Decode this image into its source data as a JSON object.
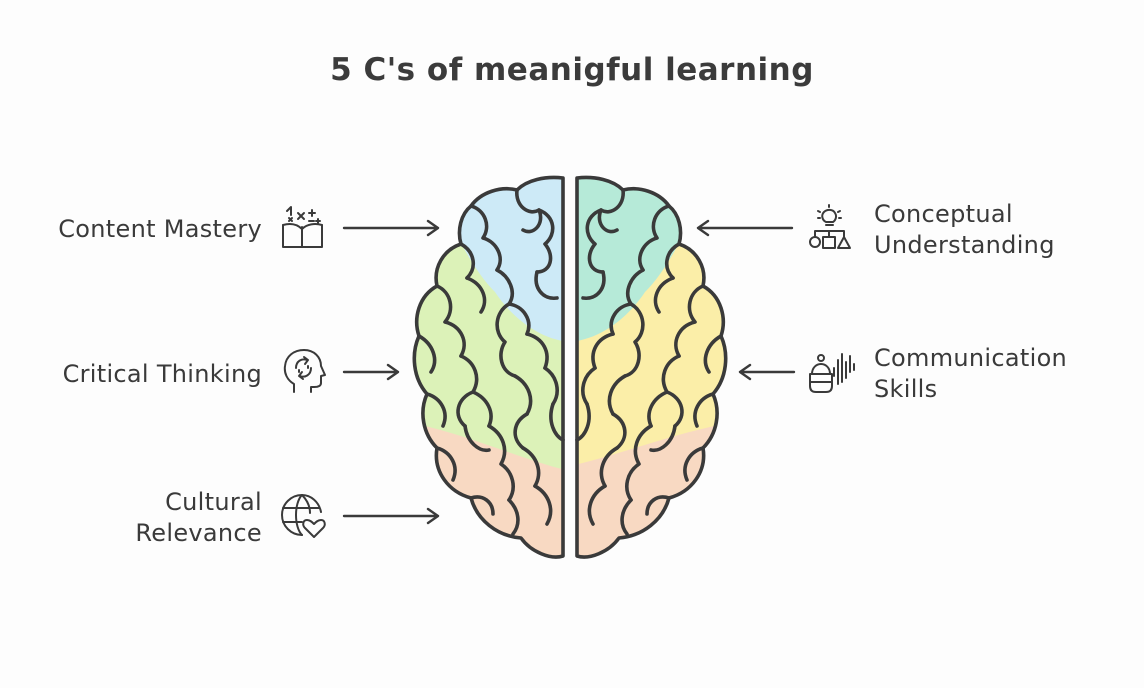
{
  "diagram": {
    "title": "5 C's of meanigful learning",
    "items": [
      {
        "label": "Content Mastery",
        "icon": "book-icon",
        "side": "left"
      },
      {
        "label": "Critical Thinking",
        "icon": "head-thinking-icon",
        "side": "left"
      },
      {
        "label_line1": "Cultural",
        "label_line2": "Relevance",
        "icon": "globe-heart-icon",
        "side": "left"
      },
      {
        "label_line1": "Conceptual",
        "label_line2": "Understanding",
        "icon": "lightbulb-shapes-icon",
        "side": "right"
      },
      {
        "label_line1": "Communication",
        "label_line2": "Skills",
        "icon": "speaker-icon",
        "side": "right"
      }
    ],
    "colors": {
      "outline": "#3a3a3a",
      "lobe_blue": "#cdeaf7",
      "lobe_teal": "#b6ead8",
      "lobe_green": "#dcf2b8",
      "lobe_yellow": "#fbeea8",
      "lobe_peach": "#f8d9c2"
    }
  }
}
